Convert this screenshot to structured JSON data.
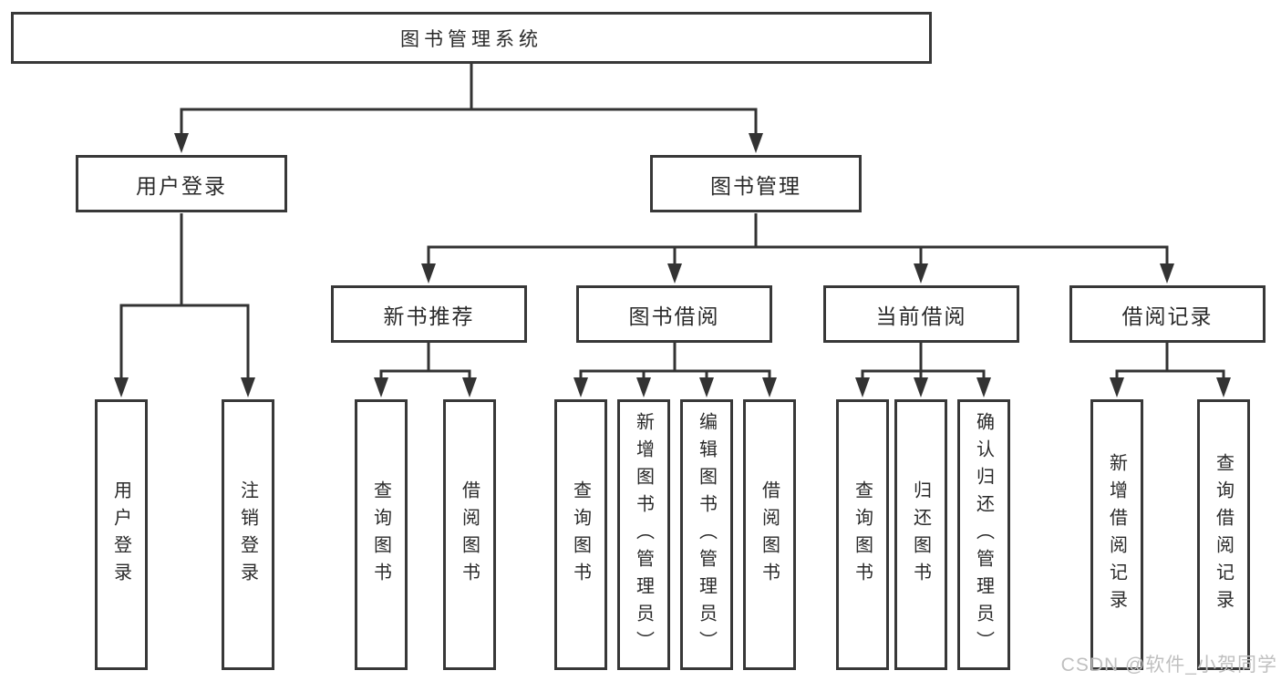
{
  "diagram": {
    "root": {
      "label": "图书管理系统"
    },
    "level2": [
      {
        "label": "用户登录"
      },
      {
        "label": "图书管理"
      }
    ],
    "level3": [
      {
        "label": "新书推荐"
      },
      {
        "label": "图书借阅"
      },
      {
        "label": "当前借阅"
      },
      {
        "label": "借阅记录"
      }
    ],
    "leaves": {
      "user_login": [
        "用户登录",
        "注销登录"
      ],
      "new_book_recommend": [
        "查询图书",
        "借阅图书"
      ],
      "book_borrow": [
        "查询图书",
        "新增图书（管理员）",
        "编辑图书（管理员）",
        "借阅图书"
      ],
      "current_borrow": [
        "查询图书",
        "归还图书",
        "确认归还（管理员）"
      ],
      "borrow_record": [
        "新增借阅记录",
        "查询借阅记录"
      ]
    }
  },
  "watermark": {
    "text": "CSDN @软件_小贺同学"
  },
  "colors": {
    "line": "#333333",
    "box_border": "#383838",
    "text": "#2a2a2a",
    "background": "#ffffff",
    "watermark": "#c0c0c0"
  }
}
